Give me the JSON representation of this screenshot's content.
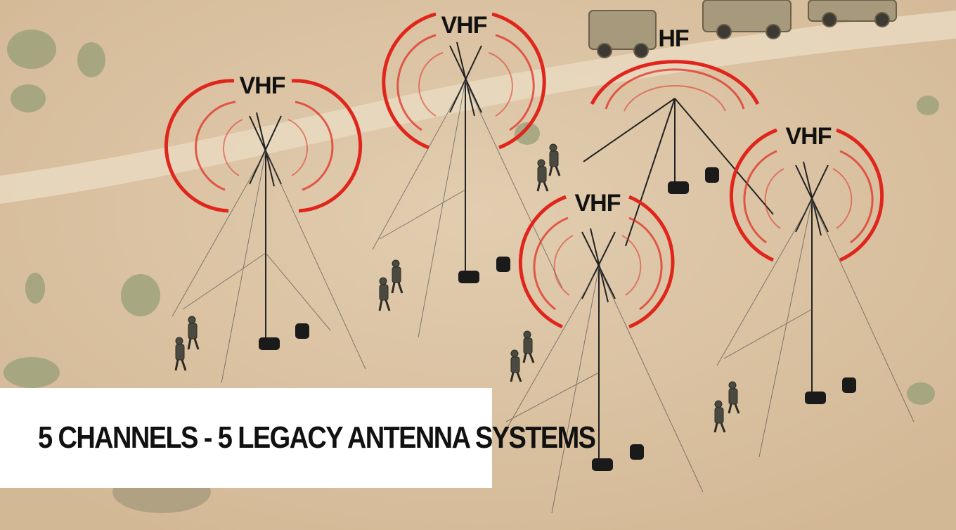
{
  "caption": "5 CHANNELS - 5 LEGACY ANTENNA SYSTEMS",
  "antennas": [
    {
      "band": "VHF",
      "type": "mast"
    },
    {
      "band": "VHF",
      "type": "mast"
    },
    {
      "band": "HF",
      "type": "whip"
    },
    {
      "band": "VHF",
      "type": "mast"
    },
    {
      "band": "VHF",
      "type": "mast"
    }
  ],
  "colors": {
    "ground": "#dcc4a3",
    "track": "#e8d7bd",
    "signal_red": "#e0261c",
    "signal_red_light": "#e8776b",
    "caption_bg": "#ffffff",
    "text": "#111111"
  },
  "icons": [
    "antenna-mast-icon",
    "signal-arcs-icon",
    "soldier-icon",
    "radio-pack-icon",
    "vehicle-icon",
    "shrub-icon"
  ]
}
